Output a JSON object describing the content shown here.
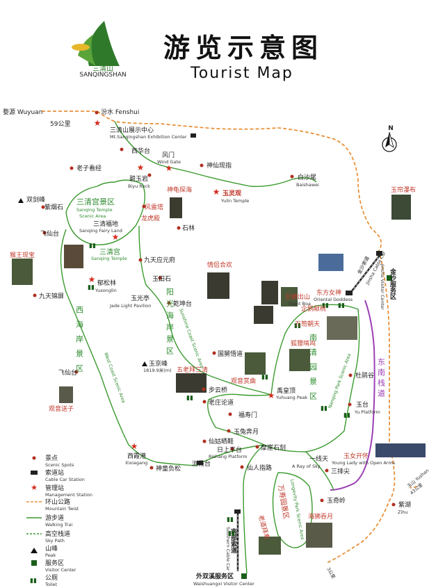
{
  "header": {
    "title_cn": "游览示意图",
    "title_en": "Tourist Map",
    "logo_text": "三清山",
    "logo_sub": "SANQINGSHAN"
  },
  "compass": {
    "label": "N"
  },
  "roads": {
    "wuyuan": "婺源 Wuyuan",
    "wuyuan_dist": "59公里",
    "yushan": "玉山 Yushan",
    "yushan_dist": "43公里",
    "south_dist": "3公里"
  },
  "spots": {
    "fenshui": "汾水 Fenshui",
    "exhibition_cn": "三清山展示中心",
    "exhibition_en": "Mt.Sanqingshan Exhibition Center",
    "xihuatai": "西华台",
    "fengmen_cn": "风门",
    "fengmen_en": "Wind Gate",
    "laozikanjing": "老子看经",
    "biyuyan_cn": "碧玉岩",
    "biyuyan_en": "Biyu Rock",
    "shenxianxianzhi": "神仙现指",
    "baishawei_cn": "白沙尾",
    "baishawei_en": "Baishawei",
    "shenguitanhai": "神龟探海",
    "yulinguan_cn": "玉灵观",
    "yulinguan_en": "Yulin Temple",
    "yulianpubu": "玉帘瀑布",
    "shuangjianfeng": "双剑峰",
    "ziyanshi": "紫烟石",
    "sanqinggong_area_cn": "三清宫景区",
    "sanqinggong_area_en1": "Sanqing Temple",
    "sanqinggong_area_en2": "Scenic Area",
    "fengleita": "风雷塔",
    "feixiantai": "飞仙台",
    "sanqingfudi_cn": "三清福地",
    "sanqingfudi_en": "Sanqing Fairy Land",
    "longhudian": "龙虎殿",
    "shilin": "石林",
    "sanqinggong_cn": "三清宫",
    "sanqinggong_en": "Sanqing Temple",
    "houwangxianbao": "猴王现宝",
    "jiutianyingwanfu": "九天应元府",
    "qinglvhuanyu": "情侣合欢",
    "jinsha_cn": "金沙服务区",
    "jinsha_en": "Jinsha Visitor Center",
    "jinsha_cable": "金沙索道",
    "jinsha_cable_en": "Jinsha Cable Car",
    "yusong": "郁松林",
    "yusong_en": "Yusonglin",
    "yutianshi": "玉田石",
    "jiutianjinping": "九天锦屏",
    "yuguangting_cn": "玉光亭",
    "yuguangting_en": "Jade Light Pavilion",
    "qiankuntai": "乾坤台",
    "dongfangnvshen_cn": "东方女神",
    "dongfangnvshen_en": "Oriental Goddess",
    "jumang_cn": "巨蟒出山",
    "jumang_en": "Giant Boa",
    "qiegexiantao": "企鹅献桃",
    "wanhuochaotian": "万笏朝天",
    "huliwaji": "狐狸啃鸡",
    "guoxianglu": "国舅悟道",
    "feixiantai2": "飞仙台",
    "yujingfeng_cn": "玉京峰",
    "yujingfeng_h": "1819.9米(m)",
    "wulaobaisanqing": "五老拜三清",
    "buyunqiao": "步云桥",
    "guanyinshangqu": "观音赏曲",
    "yuhuangding_cn": "禹皇顶",
    "yuhuangding_en": "Yuhuang Peak",
    "duyugu": "杜鹃谷",
    "guanyinsongzi": "观音送子",
    "laozhuanglunjing": "老庄论道",
    "fushoumen": "福寿门",
    "yutai_cn": "玉台",
    "yutai_en": "Yu Platform",
    "xixiagang_cn": "西霞港",
    "xixiagang_en": "Xixiagang",
    "yumianbenyue": "玉兔奔月",
    "xianguqiao": "仙姑晒鞋",
    "rishangtai_cn": "日上平台",
    "rishangtai_en": "Rishang Platform",
    "moyashike": "摩崖石刻",
    "shentongfusong": "神童负松",
    "liuxiatai": "浏霞台",
    "xianrenzhilu": "仙人指路",
    "yixiantian_cn": "一线天",
    "yixiantian_en": "A Ray of Sky",
    "yunvkaihuai_cn": "玉女开怀",
    "yunvkaihuai_en": "Young Lady with Open Arms",
    "sanpaijian": "三排尖",
    "wanshouyuan_cn": "万寿园景区",
    "wanshouyuan_en": "Longevity Park Scenic Area",
    "laodaobaishou": "老道拜寿",
    "yuqiling": "玉奇岭",
    "haishichunyue": "海狮吞月",
    "zihu_cn": "紫湖",
    "zihu_en": "Zihu",
    "nanbu_cable": "南部索道",
    "nanbu_cable_en": "Southern Cable Car",
    "waishuangxi_cn": "外双溪服务区",
    "waishuangxi_en": "Waishuangxi Visitor Center"
  },
  "areas": {
    "yangguang": "阳光海岸景区",
    "yangguang_en": "Sunshine Coast Scenic Area",
    "xihai": "西海岸景区",
    "xihai_en": "West Coast Scenic Area",
    "nanqingyuan": "南清园景区",
    "nanqingyuan_en": "Nanqing Park Scenic Area",
    "dongnan": "东南栈道"
  },
  "legend": {
    "items": [
      {
        "cn": "景点",
        "en": "Scenic Spots"
      },
      {
        "cn": "索道站",
        "en": "Cable Car Station"
      },
      {
        "cn": "管理站",
        "en": "Management Station"
      },
      {
        "cn": "环山公路",
        "en": "Mountain Twist"
      },
      {
        "cn": "游步道",
        "en": "Walking Trai"
      },
      {
        "cn": "高空栈道",
        "en": "Sky Path"
      },
      {
        "cn": "山峰",
        "en": "Peak"
      },
      {
        "cn": "服务区",
        "en": "Visitor Center"
      },
      {
        "cn": "公厕",
        "en": "Toilet"
      }
    ]
  },
  "colors": {
    "road": "#e8913a",
    "trail": "#3a9a2e",
    "sky_path": "#9b3fb5",
    "spot": "#b03020",
    "highlight_text": "#c0392b",
    "area_text": "#2e8b2e"
  }
}
